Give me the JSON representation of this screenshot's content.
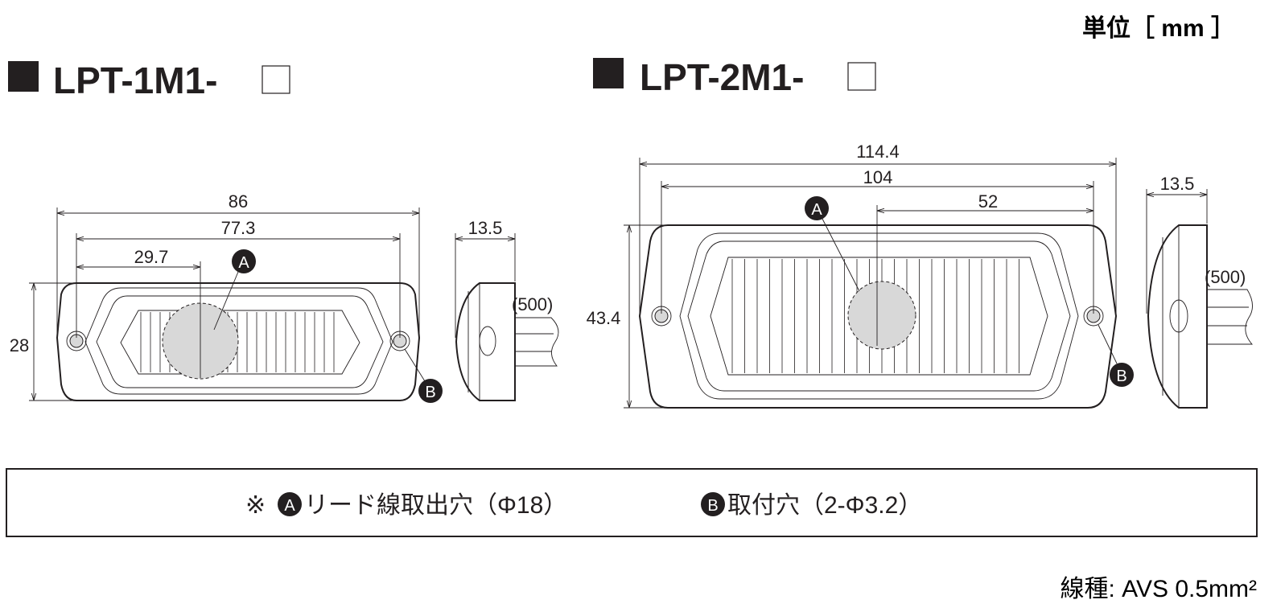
{
  "units": "単位［ mm ］",
  "models": [
    {
      "name": "LPT-1M1-",
      "dims": {
        "overall_width": "86",
        "hole_pitch": "77.3",
        "hole_offset": "29.7",
        "height": "28",
        "depth": "13.5",
        "cable": "(500)"
      }
    },
    {
      "name": "LPT-2M1-",
      "dims": {
        "overall_width": "114.4",
        "hole_pitch": "104",
        "hole_offset": "52",
        "height": "43.4",
        "depth": "13.5",
        "cable": "(500)"
      }
    }
  ],
  "markers": {
    "a": "A",
    "b": "B"
  },
  "note": {
    "prefix": "※",
    "a_text": "リード線取出穴（Φ18）",
    "b_text": "取付穴（2-Φ3.2）"
  },
  "wire_type": "線種: AVS 0.5mm²"
}
